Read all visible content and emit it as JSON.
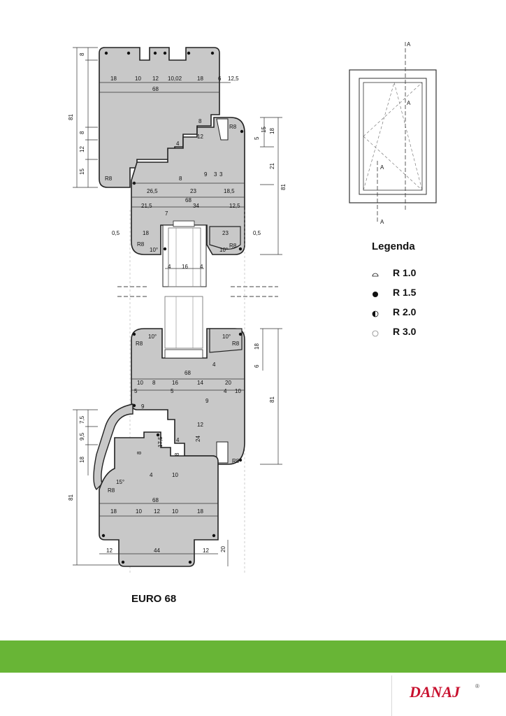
{
  "section_marker": "A",
  "legend": {
    "title": "Legenda",
    "items": [
      {
        "label": "R 1.0",
        "symbol": "half-open-circle-icon"
      },
      {
        "label": "R 1.5",
        "symbol": "filled-circle-icon"
      },
      {
        "label": "R 2.0",
        "symbol": "half-filled-circle-icon"
      },
      {
        "label": "R 3.0",
        "symbol": "open-circle-icon"
      }
    ]
  },
  "caption": "EURO 68",
  "brand": {
    "name": "DANAJ",
    "mark": "®",
    "color": "#c8102e"
  },
  "colors": {
    "profile_fill": "#c8c8c8",
    "band": "#68b536"
  },
  "top_profile": {
    "left_dims": [
      "8",
      "81",
      "8",
      "12",
      "15"
    ],
    "width_row": [
      "18",
      "10",
      "12",
      "10,02",
      "18",
      "6",
      "12,5"
    ],
    "total": "68",
    "labels": [
      "R8",
      "R8",
      "8",
      "12",
      "4",
      "8",
      "9",
      "3",
      "3"
    ]
  },
  "mid_profile": {
    "right_dims": [
      "15",
      "5",
      "18",
      "21",
      "81"
    ],
    "row1": [
      "26,5",
      "23",
      "18,5"
    ],
    "total": "68",
    "row2": [
      "21,5",
      "34",
      "12,5"
    ],
    "small": [
      "7",
      "0,5",
      "0,5",
      "18",
      "23",
      "R8",
      "R8",
      "10°",
      "10°",
      "4",
      "16",
      "4"
    ]
  },
  "bottom_sash": {
    "labels": [
      "R8",
      "10°",
      "10°",
      "R8",
      "18",
      "6",
      "4"
    ],
    "row": [
      "10",
      "8",
      "16",
      "14",
      "20"
    ],
    "total": "68",
    "row2": [
      "5",
      "5",
      "4",
      "10"
    ],
    "inner": [
      "9",
      "9",
      "12",
      "24",
      "17,5",
      "8",
      "4",
      "8",
      "R8"
    ],
    "right_dim": "81"
  },
  "bottom_frame": {
    "left_dims": [
      "7,5",
      "9,5",
      "18",
      "81"
    ],
    "labels": [
      "R8",
      "15°",
      "4",
      "10"
    ],
    "total": "68",
    "width_row": [
      "18",
      "10",
      "12",
      "10",
      "18"
    ],
    "base_row": [
      "12",
      "44",
      "12"
    ],
    "side_dim": "20"
  }
}
